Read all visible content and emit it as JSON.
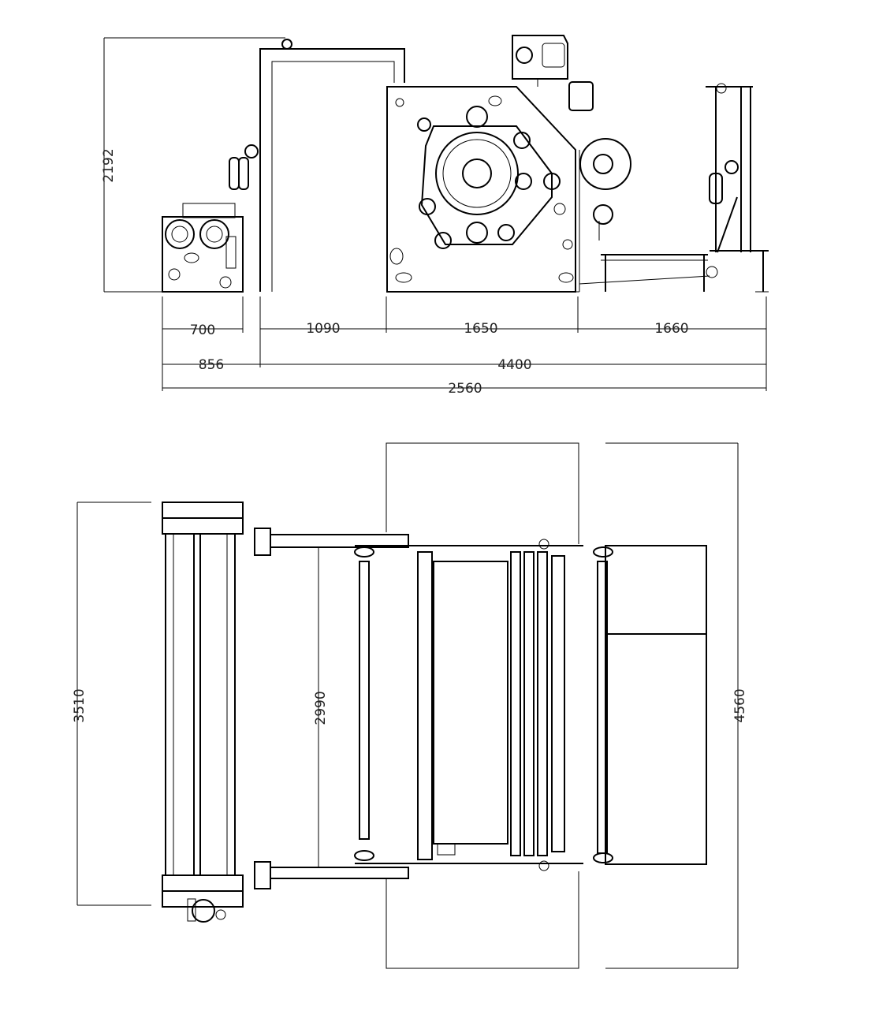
{
  "elevation_view": {
    "height_dim": "2192",
    "dims": {
      "unwind_width": "700",
      "frame_span": "1090",
      "main_span": "1650",
      "outfeed_span": "1660",
      "left_offset": "856",
      "main_length": "4400",
      "overall_length": "2560"
    }
  },
  "plan_view": {
    "dims": {
      "left_width": "3510",
      "frame_width": "2990",
      "overall_width": "4560"
    }
  },
  "colors": {
    "line": "#000000",
    "background": "#ffffff",
    "text": "#222222"
  }
}
